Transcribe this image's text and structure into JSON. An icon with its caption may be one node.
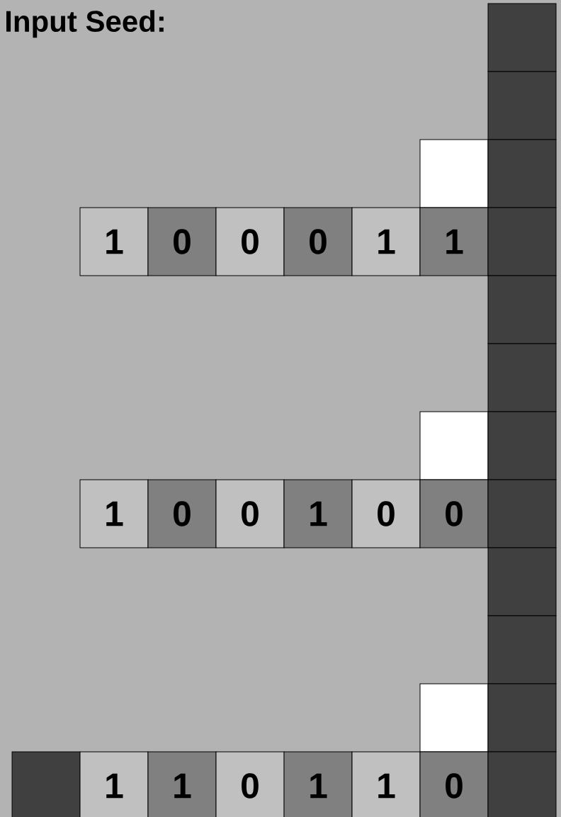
{
  "diagram": {
    "title": "Input Seed:",
    "nodes": [
      {
        "text": [],
        "shape": "box"
      },
      {
        "text": [],
        "shape": "box"
      },
      {
        "text": [],
        "shape": "box"
      },
      {
        "text": [],
        "shape": "box"
      },
      {
        "text": [
          "1"
        ]
      },
      {
        "text": [
          "0"
        ]
      },
      {
        "text": [
          "0"
        ]
      },
      {
        "text": [
          "0"
        ]
      },
      {
        "text": [
          "1"
        ]
      },
      {
        "text": [
          "1"
        ]
      },
      {
        "text": [],
        "shape": "box"
      },
      {
        "text": [],
        "shape": "box"
      },
      {
        "text": [],
        "shape": "box"
      },
      {
        "text": [],
        "shape": "box"
      },
      {
        "text": [],
        "shape": "box"
      },
      {
        "text": [
          "1"
        ]
      },
      {
        "text": [
          "0"
        ]
      },
      {
        "text": [
          "0"
        ]
      },
      {
        "text": [
          "1"
        ]
      },
      {
        "text": [
          "0"
        ]
      },
      {
        "text": [
          "0"
        ]
      },
      {
        "text": [],
        "shape": "box"
      },
      {
        "text": [],
        "shape": "box"
      },
      {
        "text": [],
        "shape": "box"
      },
      {
        "text": [],
        "shape": "box"
      },
      {
        "text": [],
        "shape": "box"
      },
      {
        "text": [],
        "shape": "box"
      },
      {
        "text": [
          "1"
        ]
      },
      {
        "text": [
          "1"
        ]
      },
      {
        "text": [
          "0"
        ]
      },
      {
        "text": [
          "1"
        ]
      },
      {
        "text": [
          "1"
        ]
      },
      {
        "text": [
          "0"
        ]
      },
      {
        "text": [],
        "shape": "box"
      }
    ]
  }
}
